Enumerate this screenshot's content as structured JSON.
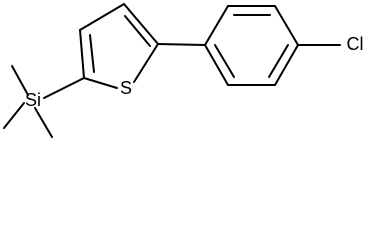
{
  "structure": {
    "atoms": {
      "silicon": "Si",
      "sulfur": "S",
      "chlorine": "Cl"
    }
  }
}
